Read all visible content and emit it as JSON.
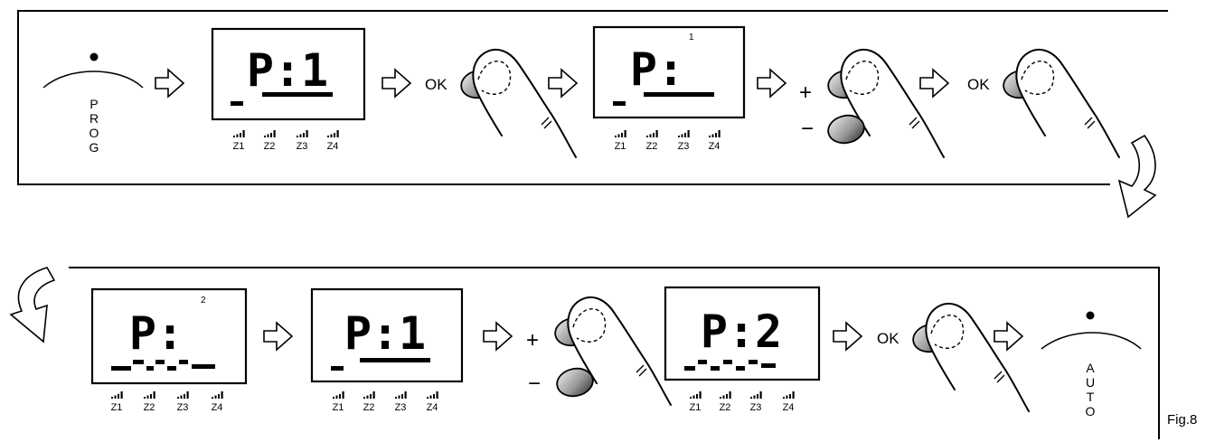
{
  "prog_label": [
    "P",
    "R",
    "O",
    "G"
  ],
  "auto_label": [
    "A",
    "U",
    "T",
    "O"
  ],
  "ok_label": "OK",
  "plus_label": "+",
  "minus_label": "−",
  "zones": [
    "Z1",
    "Z2",
    "Z3",
    "Z4"
  ],
  "displays": [
    {
      "text": "P:1",
      "superscript": ""
    },
    {
      "text": "P:",
      "superscript": "1"
    },
    {
      "text": "P:",
      "superscript": "2"
    },
    {
      "text": "P:1",
      "superscript": ""
    },
    {
      "text": "P:2",
      "superscript": ""
    }
  ],
  "figure_label": "Fig.8",
  "icons": [
    "arrow-right-icon",
    "finger-press-icon",
    "curved-arrow-down-icon",
    "curved-arrow-left-icon",
    "dot-icon"
  ]
}
